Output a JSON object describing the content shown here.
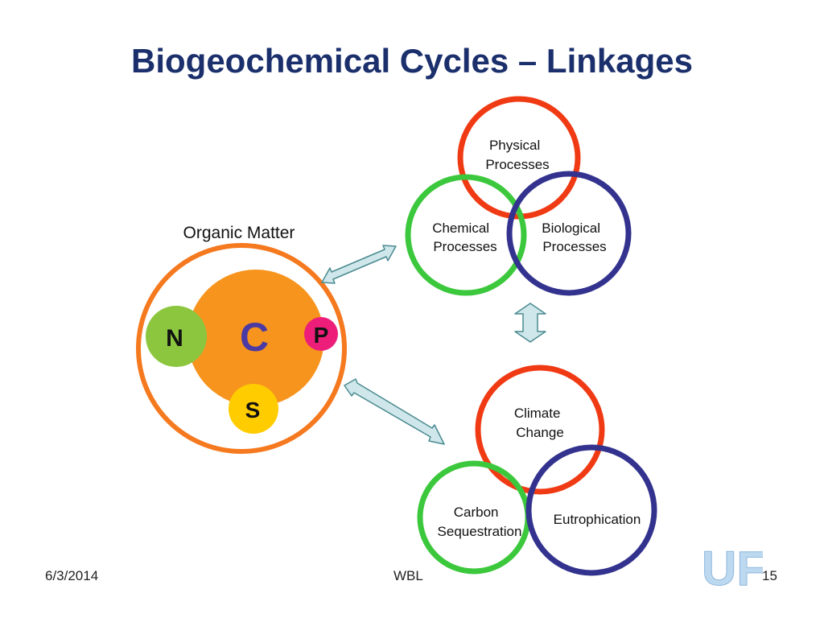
{
  "slide": {
    "title": "Biogeochemical Cycles – Linkages"
  },
  "organic_matter": {
    "label": "Organic Matter",
    "center": "C",
    "elements": [
      "N",
      "P",
      "S"
    ]
  },
  "processes": {
    "physical": [
      "Physical",
      "Processes"
    ],
    "chemical": [
      "Chemical",
      "Processes"
    ],
    "biological": [
      "Biological",
      "Processes"
    ]
  },
  "impacts": {
    "climate": [
      "Climate",
      "Change"
    ],
    "carbon": [
      "Carbon",
      "Sequestration"
    ],
    "eutrophication": "Eutrophication"
  },
  "footer": {
    "date": "6/3/2014",
    "author": "WBL",
    "page": "15",
    "logo_text": "UF"
  },
  "colors": {
    "title": "#1a2f6b",
    "red_ring": "#f03a14",
    "green_ring": "#3cc83c",
    "blue_ring": "#33338f",
    "orange_ring": "#f5791f",
    "orange_fill": "#f7941d",
    "n_fill": "#8cc63f",
    "p_fill": "#ec1e79",
    "s_fill": "#ffcc00",
    "c_text": "#4b3aa3",
    "arrow_fill": "#cfe7ea",
    "arrow_stroke": "#4a8a90",
    "logo": "#bcd9f0"
  }
}
